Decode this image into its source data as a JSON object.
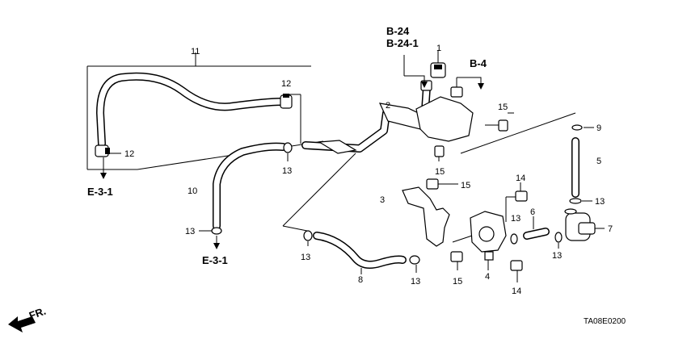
{
  "diagram_code": "TA08E0200",
  "front_label": "FR.",
  "refs": {
    "b24": "B-24",
    "b24_1": "B-24-1",
    "b4": "B-4",
    "e31_left": "E-3-1",
    "e31_center": "E-3-1"
  },
  "callouts": {
    "c1": "1",
    "c2": "2",
    "c3": "3",
    "c4": "4",
    "c5": "5",
    "c6": "6",
    "c7": "7",
    "c8": "8",
    "c9": "9",
    "c10": "10",
    "c11": "11",
    "c12a": "12",
    "c12b": "12",
    "c13a": "13",
    "c13b": "13",
    "c13c": "13",
    "c13d": "13",
    "c13e": "13",
    "c13f": "13",
    "c13g": "13",
    "c14a": "14",
    "c14b": "14",
    "c15a": "15",
    "c15b": "15",
    "c15c": "15",
    "c15d": "15"
  }
}
